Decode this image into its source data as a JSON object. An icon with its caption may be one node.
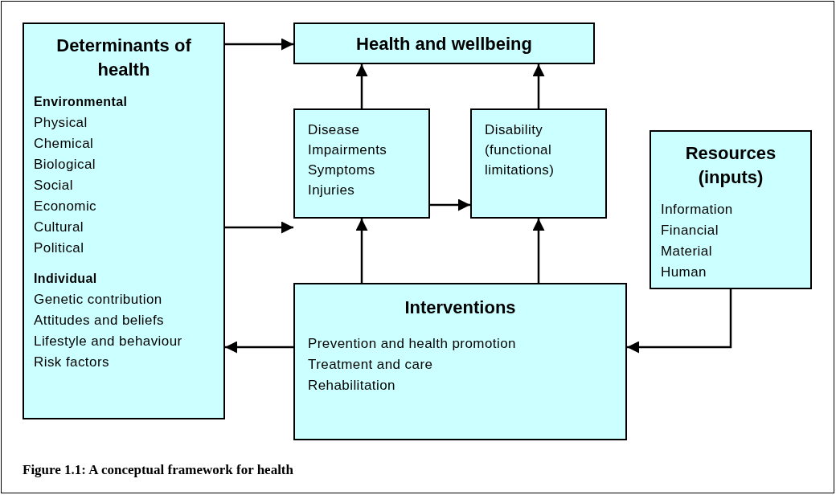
{
  "diagram": {
    "caption": "Figure 1.1: A conceptual framework for health",
    "nodes": [
      {
        "text": [
          "Determinants of health",
          "Environmental",
          "Physical",
          "Chemical",
          "Biological",
          "Social",
          "Economic",
          "Cultural",
          "Political",
          "Individual",
          "Genetic contribution",
          "Attitudes and beliefs",
          "Lifestyle and behaviour",
          "Risk factors"
        ]
      },
      {
        "text": [
          "Health and wellbeing"
        ]
      },
      {
        "text": [
          "Disease",
          "Impairments",
          "Symptoms",
          "Injuries"
        ]
      },
      {
        "text": [
          "Disability",
          "(functional limitations)"
        ]
      },
      {
        "text": [
          "Resources (inputs)",
          "Information",
          "Financial",
          "Material",
          "Human"
        ]
      },
      {
        "text": [
          "Interventions",
          "Prevention and health promotion",
          "Treatment and care",
          "Rehabilitation"
        ]
      }
    ],
    "edges": [
      {
        "from": 0,
        "to": 1,
        "arrow": "to"
      },
      {
        "from": 0,
        "to": 2,
        "arrow": "to"
      },
      {
        "from": 2,
        "to": 1,
        "arrow": "to"
      },
      {
        "from": 3,
        "to": 1,
        "arrow": "to"
      },
      {
        "from": 2,
        "to": 3,
        "arrow": "to"
      },
      {
        "from": 5,
        "to": 2,
        "arrow": "to"
      },
      {
        "from": 5,
        "to": 3,
        "arrow": "to"
      },
      {
        "from": 5,
        "to": 0,
        "arrow": "to"
      },
      {
        "from": 4,
        "to": 5,
        "arrow": "to"
      }
    ]
  }
}
